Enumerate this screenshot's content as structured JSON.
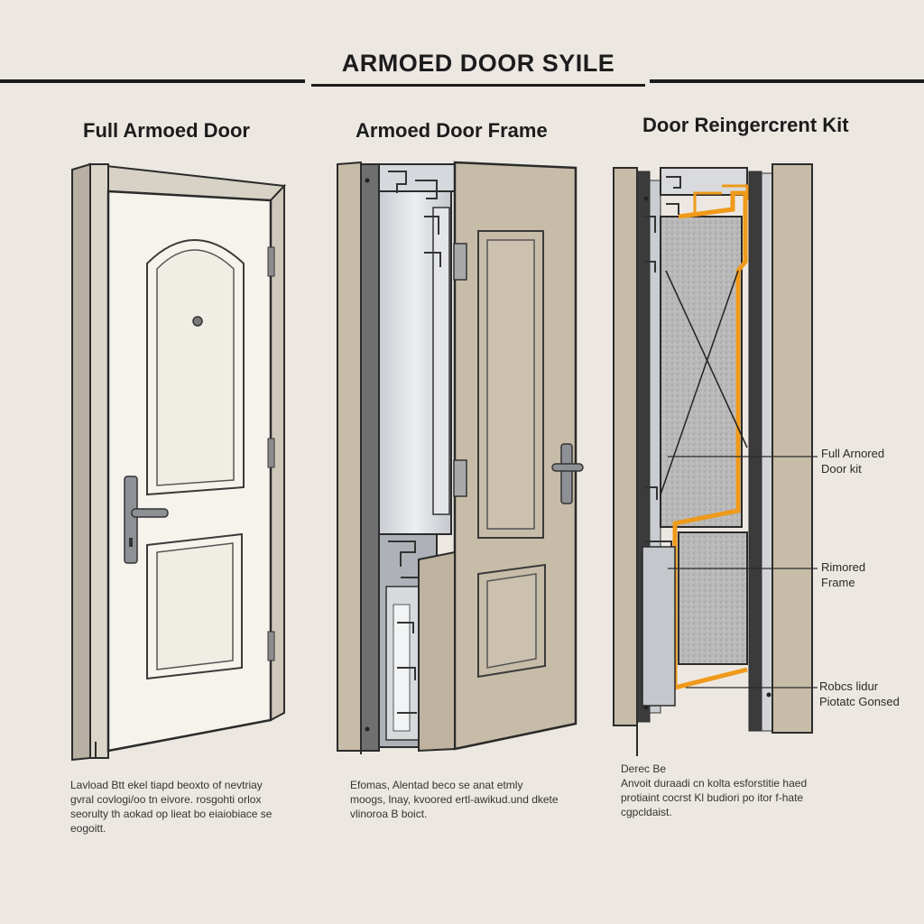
{
  "title": "ARMOED DOOR SYILE",
  "panels": [
    {
      "heading": "Full Armoed Door",
      "caption": [
        "Lavload Btt ekel tiapd beoxto of nevtriay",
        "gvral covlogi/oo tn eivore. rosgohti orlox",
        "seorulty th aokad op lieat bo eiaiobiace se",
        "eogoitt."
      ]
    },
    {
      "heading": "Armoed Door Frame",
      "caption": [
        "Efomas, Alentad beco se anat etmly",
        "moogs, lnay, kvoored ertl-awikud.und dkete",
        "vlinoroa B boict."
      ]
    },
    {
      "heading": "Door Reingercrent Kit",
      "caption_title": "Derec Be",
      "caption": [
        "Anvoit duraadi cn kolta esforstitie haed",
        "protiaint cocrst Kl budiori po itor f-hate",
        "cgpcldaist."
      ]
    }
  ],
  "callouts": [
    {
      "lines": [
        "Full Arnored",
        "Door kit"
      ]
    },
    {
      "lines": [
        "Rimored",
        "Frame"
      ]
    },
    {
      "lines": [
        "Robcs lidur",
        "Piotatc Gonsed"
      ]
    }
  ],
  "colors": {
    "background": "#ece8e1",
    "door_white": "#f6f3ec",
    "frame_beige": "#c7bca8",
    "steel_gray": "#9aa0a6",
    "reinforcement_orange": "#ef9a1a",
    "outline": "#2b2b2b"
  }
}
